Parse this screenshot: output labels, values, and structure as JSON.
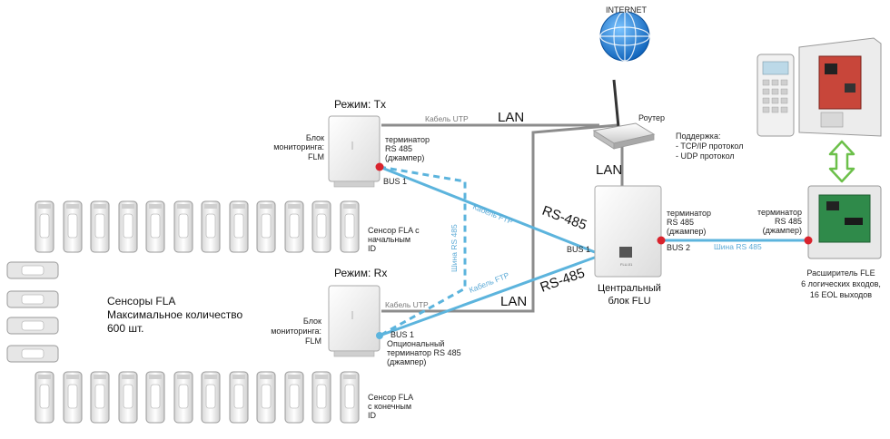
{
  "colors": {
    "bus_line": "#5cb4dd",
    "lan_line": "#8c8c8c",
    "terminator_dot": "#d9232d",
    "arrow_green": "#6cc04a",
    "globe_blue": "#1b7fd3"
  },
  "internet": {
    "label": "INTERNET"
  },
  "router": {
    "label": "Роутер",
    "support_title": "Поддержка:",
    "support_items": [
      "- TCP/IP протокол",
      "- UDP протокол"
    ]
  },
  "tx": {
    "mode": "Режим: Tx",
    "name": [
      "Блок",
      "мониторинга:",
      "FLM"
    ],
    "terminator": [
      "терминатор",
      "RS 485",
      "(джампер)"
    ],
    "bus": "BUS 1"
  },
  "rx": {
    "mode": "Режим: Rx",
    "name": [
      "Блок",
      "мониторинга:",
      "FLM"
    ],
    "bus": "BUS 1",
    "terminator": [
      "Опциональный",
      "терминатор RS 485",
      "(джампер)"
    ]
  },
  "flu": {
    "name": [
      "Центральный",
      "блок FLU"
    ],
    "bus1": "BUS 1",
    "bus2": "BUS 2",
    "terminator": [
      "терминатор",
      "RS 485",
      "(джампер)"
    ]
  },
  "fle": {
    "terminator": [
      "терминатор",
      "RS 485",
      "(джампер)"
    ],
    "name": [
      "Расширитель FLE",
      "6 логических входов,",
      "16 EOL выходов"
    ]
  },
  "links": {
    "lan_top": "LAN",
    "lan_mid": "LAN",
    "lan_bottom": "LAN",
    "utp_top": "Кабель UTP",
    "utp_bottom": "Кабель UTP",
    "rs485_top": "RS-485",
    "rs485_bottom": "RS-485",
    "ftp_top": "Кабель FTP",
    "ftp_bottom": "Кабель FTP",
    "bus_vertical": "Шина RS 485",
    "bus_right": "Шина RS 485"
  },
  "sensors": {
    "summary": [
      "Сенсоры  FLA",
      "Максимальное количество",
      "600 шт."
    ],
    "top_label": [
      "Сенсор  FLA с",
      "начальным",
      "ID"
    ],
    "bottom_label": [
      "Сенсор FLA",
      "с конечным",
      "ID"
    ]
  },
  "flu_device_label": "FLU-01"
}
